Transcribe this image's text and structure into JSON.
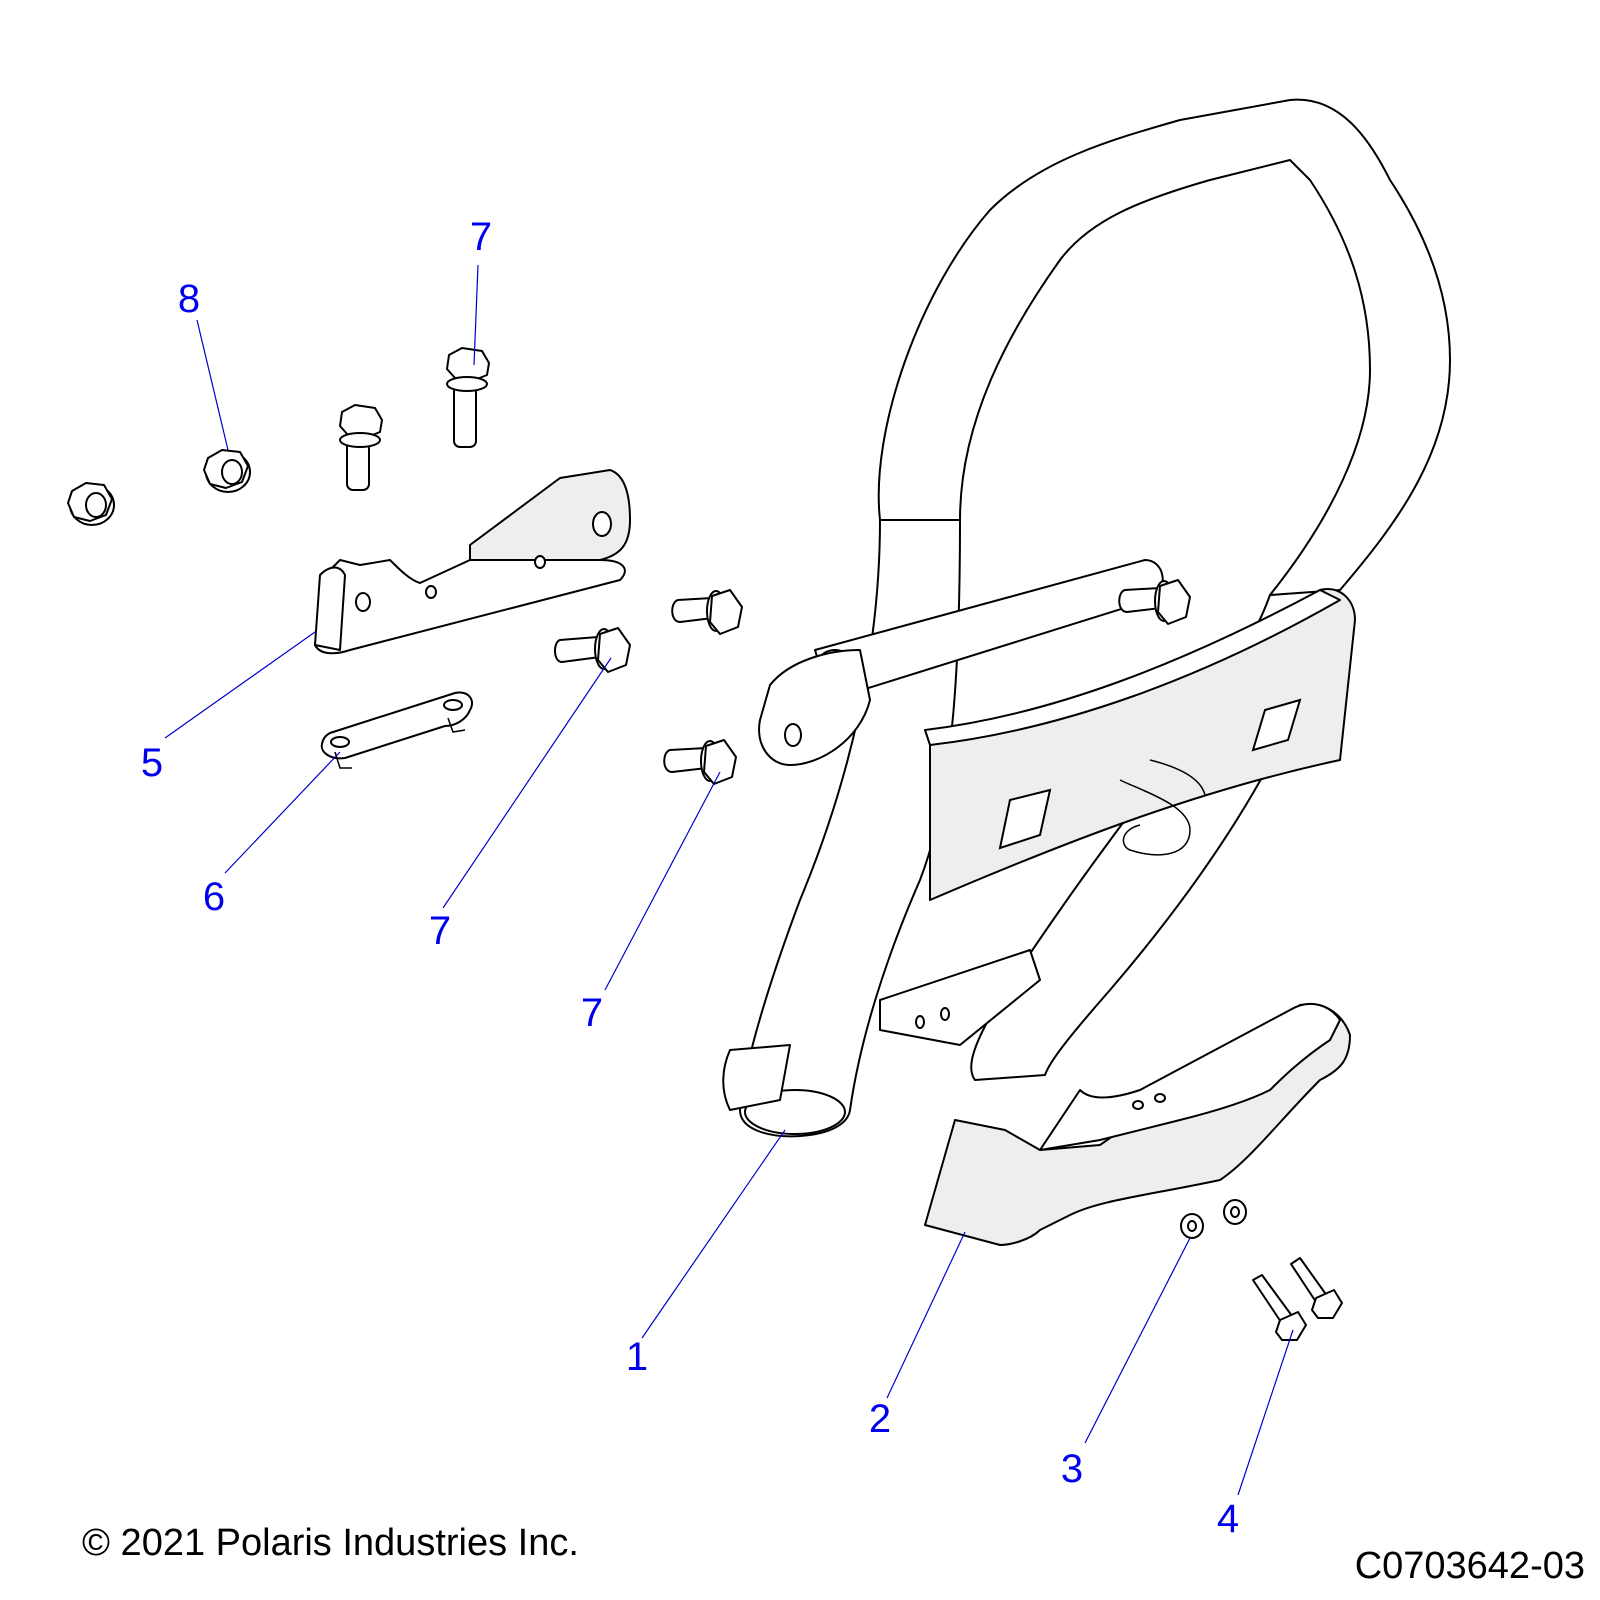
{
  "callouts": [
    {
      "id": "c1",
      "label": "1"
    },
    {
      "id": "c2",
      "label": "2"
    },
    {
      "id": "c3",
      "label": "3"
    },
    {
      "id": "c4",
      "label": "4"
    },
    {
      "id": "c5",
      "label": "5"
    },
    {
      "id": "c6",
      "label": "6"
    },
    {
      "id": "c7a",
      "label": "7"
    },
    {
      "id": "c7b",
      "label": "7"
    },
    {
      "id": "c7c",
      "label": "7"
    },
    {
      "id": "c8",
      "label": "8"
    }
  ],
  "footer": {
    "copyright": "© 2021 Polaris Industries Inc.",
    "drawing_number": "C0703642-03"
  },
  "colors": {
    "callout": "#0000ee",
    "leader": "#0000cc",
    "line_art": "#000000"
  }
}
